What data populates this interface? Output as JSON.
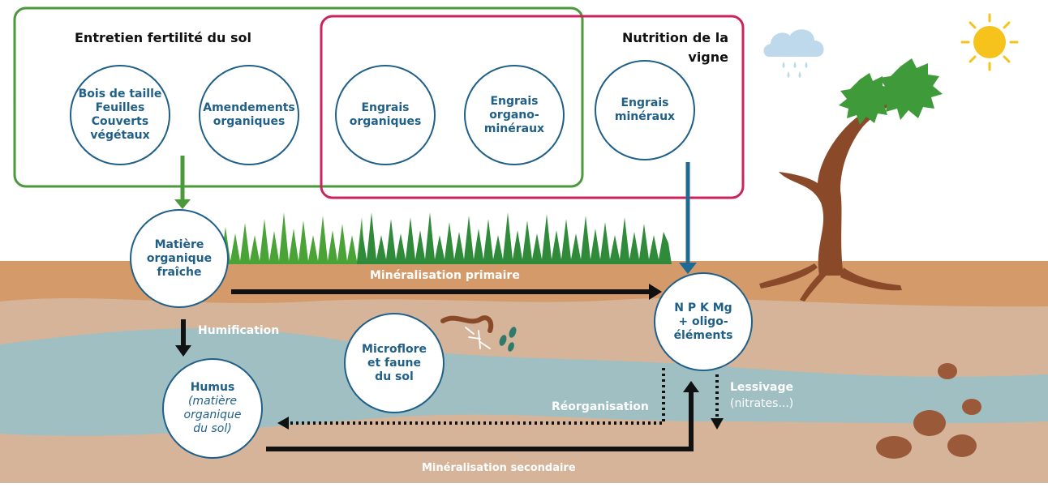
{
  "groups": {
    "soil_fertility_title": "Entretien fertilité du sol",
    "vine_nutrition_title_line1": "Nutrition de la",
    "vine_nutrition_title_line2": "vigne"
  },
  "inputs": {
    "bois": "Bois de taille\nFeuilles\nCouverts\nvégétaux",
    "amendements": "Amendements\norganiques",
    "engrais_org": "Engrais\norganiques",
    "engrais_orgmin": "Engrais\norgano-\nminéraux",
    "engrais_min": "Engrais\nminéraux"
  },
  "soil_nodes": {
    "matiere_fraiche": "Matière\norganique\nfraîche",
    "humus_title": "Humus",
    "humus_sub": "(matière\norganique\ndu sol)",
    "microflore": "Microflore\net faune\ndu sol",
    "npk": "N P K Mg\n+ oligo-\néléments"
  },
  "processes": {
    "mineralisation_primaire": "Minéralisation primaire",
    "humification": "Humification",
    "reorganisation": "Réorganisation",
    "lessivage": "Lessivage",
    "lessivage_sub": "(nitrates...)",
    "mineralisation_secondaire": "Minéralisation secondaire"
  },
  "colors": {
    "soil_fertility_frame": "#4a9a3a",
    "vine_nutrition_frame": "#c8245e",
    "node_text": "#1f5f88",
    "topsoil": "#d49a6a",
    "subsoil": "#d5b49a",
    "water_band": "#9fbfc2",
    "arrow_dark": "#111111",
    "arrow_blue": "#1f6a94"
  },
  "icons": [
    "rain-cloud-icon",
    "sun-icon",
    "vine-plant-icon",
    "earthworm-icon",
    "grass-icon",
    "pebbles-icon"
  ]
}
